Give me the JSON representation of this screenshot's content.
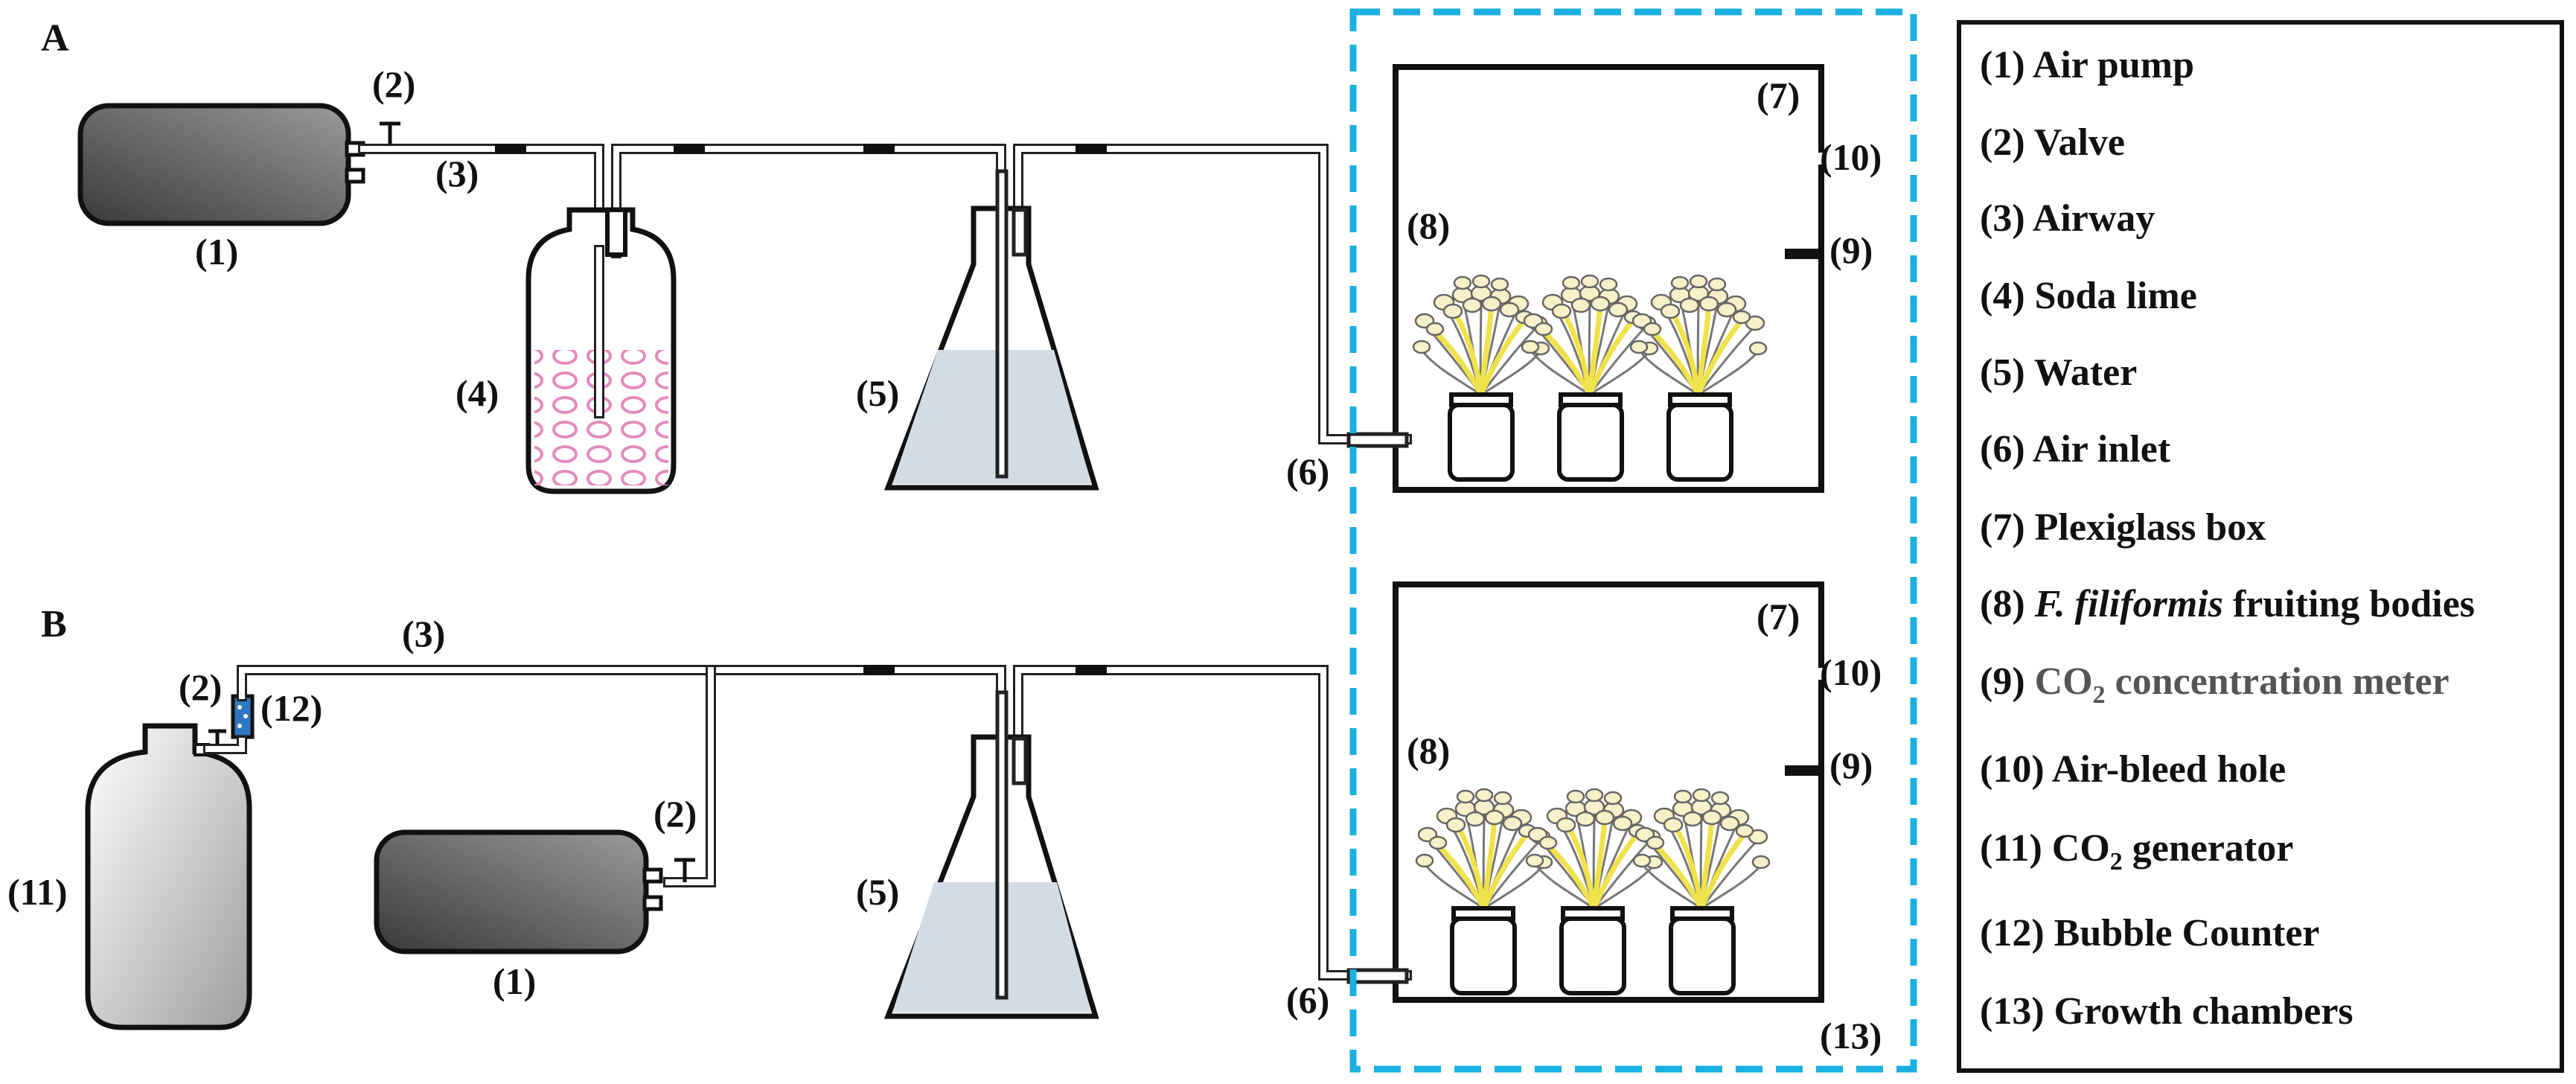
{
  "panels": {
    "a": "A",
    "b": "B"
  },
  "legend": {
    "items": [
      {
        "num": "(1)",
        "pre": "Air pump",
        "it": "",
        "post": "",
        "sub": "",
        "tail": ""
      },
      {
        "num": "(2)",
        "pre": "Valve",
        "it": "",
        "post": "",
        "sub": "",
        "tail": ""
      },
      {
        "num": "(3)",
        "pre": "Airway",
        "it": "",
        "post": "",
        "sub": "",
        "tail": ""
      },
      {
        "num": "(4)",
        "pre": "Soda lime",
        "it": "",
        "post": "",
        "sub": "",
        "tail": ""
      },
      {
        "num": "(5)",
        "pre": "Water",
        "it": "",
        "post": "",
        "sub": "",
        "tail": ""
      },
      {
        "num": "(6)",
        "pre": "Air inlet",
        "it": "",
        "post": "",
        "sub": "",
        "tail": ""
      },
      {
        "num": "(7)",
        "pre": "Plexiglass box",
        "it": "",
        "post": "",
        "sub": "",
        "tail": ""
      },
      {
        "num": "(8)",
        "pre": "",
        "it": "F. filiformis",
        "post": " fruiting bodies",
        "sub": "",
        "tail": ""
      },
      {
        "num": "(9)",
        "pre": "CO",
        "it": "",
        "post": "",
        "sub": "2",
        "tail": " concentration meter"
      },
      {
        "num": "(10)",
        "pre": "Air-bleed hole",
        "it": "",
        "post": "",
        "sub": "",
        "tail": ""
      },
      {
        "num": "(11)",
        "pre": "CO",
        "it": "",
        "post": "",
        "sub": "2",
        "tail": " generator"
      },
      {
        "num": "(12)",
        "pre": "Bubble Counter",
        "it": "",
        "post": "",
        "sub": "",
        "tail": ""
      },
      {
        "num": "(13)",
        "pre": "Growth chambers",
        "it": "",
        "post": "",
        "sub": "",
        "tail": ""
      }
    ]
  },
  "labels": {
    "a_pump": "(1)",
    "a_valve": "(2)",
    "a_airway": "(3)",
    "a_sodalime": "(4)",
    "a_water": "(5)",
    "a_inlet": "(6)",
    "a_box": "(7)",
    "a_fruit": "(8)",
    "a_meter": "(9)",
    "a_bleed": "(10)",
    "b_airway": "(3)",
    "b_valve1": "(2)",
    "b_counter": "(12)",
    "b_generator": "(11)",
    "b_pump": "(1)",
    "b_valve2": "(2)",
    "b_water": "(5)",
    "b_inlet": "(6)",
    "b_box": "(7)",
    "b_fruit": "(8)",
    "b_meter": "(9)",
    "b_bleed": "(10)",
    "b_chambers": "(13)"
  },
  "colors": {
    "chamber_dash": "#1ab0e0",
    "water": "#d3dce4",
    "soda_lime": "#e38bbd",
    "mushroom_stem": "#f5ef6e",
    "mushroom_cap": "#f6f1c8",
    "bubble_counter": "#2f78c0"
  }
}
